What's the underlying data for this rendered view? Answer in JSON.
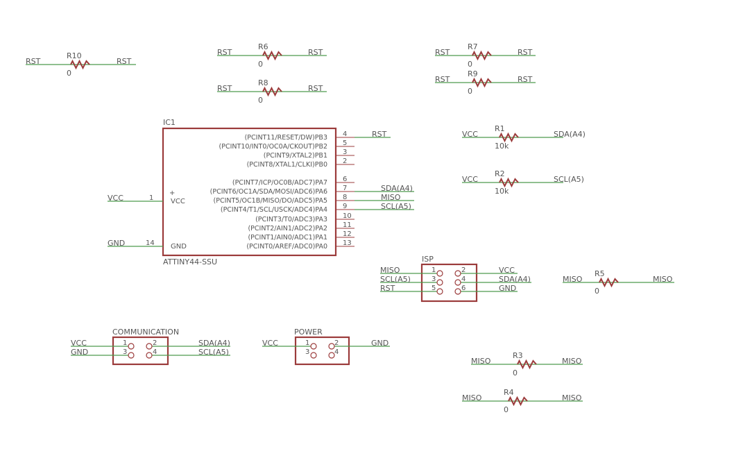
{
  "ic": {
    "name": "IC1",
    "part": "ATTINY44-SSU",
    "pins": [
      {
        "label": "(PCINT11/RESET/DW)PB3",
        "num": "4",
        "net": "RST"
      },
      {
        "label": "(PCINT10/INT0/OC0A/CKOUT)PB2",
        "num": "5",
        "net": ""
      },
      {
        "label": "(PCINT9/XTAL2)PB1",
        "num": "3",
        "net": ""
      },
      {
        "label": "(PCINT8/XTAL1/CLKI)PB0",
        "num": "2",
        "net": ""
      },
      {
        "label": "(PCINT7/ICP/OC0B/ADC7)PA7",
        "num": "6",
        "net": ""
      },
      {
        "label": "(PCINT6/OC1A/SDA/MOSI/ADC6)PA6",
        "num": "7",
        "net": "SDA(A4)"
      },
      {
        "label": "(PCINT5/OC1B/MISO/DO/ADC5)PA5",
        "num": "8",
        "net": "MISO"
      },
      {
        "label": "(PCINT4/T1/SCL/USCK/ADC4)PA4",
        "num": "9",
        "net": "SCL(A5)"
      },
      {
        "label": "(PCINT3/T0/ADC3)PA3",
        "num": "10",
        "net": ""
      },
      {
        "label": "(PCINT2/AIN1/ADC2)PA2",
        "num": "11",
        "net": ""
      },
      {
        "label": "(PCINT1/AIN0/ADC1)PA1",
        "num": "12",
        "net": ""
      },
      {
        "label": "(PCINT0/AREF/ADC0)PA0",
        "num": "13",
        "net": ""
      }
    ],
    "vcc": {
      "net": "VCC",
      "num": "1",
      "label": "VCC",
      "plus": "+"
    },
    "gnd": {
      "net": "GND",
      "num": "14",
      "label": "GND"
    }
  },
  "resistors": [
    {
      "name": "R10",
      "value": "0",
      "left": "RST",
      "right": "RST"
    },
    {
      "name": "R6",
      "value": "0",
      "left": "RST",
      "right": "RST"
    },
    {
      "name": "R8",
      "value": "0",
      "left": "RST",
      "right": "RST"
    },
    {
      "name": "R7",
      "value": "0",
      "left": "RST",
      "right": "RST"
    },
    {
      "name": "R9",
      "value": "0",
      "left": "RST",
      "right": "RST"
    },
    {
      "name": "R1",
      "value": "10k",
      "left": "VCC",
      "right": "SDA(A4)"
    },
    {
      "name": "R2",
      "value": "10k",
      "left": "VCC",
      "right": "SCL(A5)"
    },
    {
      "name": "R5",
      "value": "0",
      "left": "MISO",
      "right": "MISO"
    },
    {
      "name": "R3",
      "value": "0",
      "left": "MISO",
      "right": "MISO"
    },
    {
      "name": "R4",
      "value": "0",
      "left": "MISO",
      "right": "MISO"
    }
  ],
  "headers": [
    {
      "name": "ISP",
      "pins": [
        "1",
        "2",
        "3",
        "4",
        "5",
        "6"
      ],
      "left_nets": [
        "MISO",
        "SCL(A5)",
        "RST"
      ],
      "right_nets": [
        "VCC",
        "SDA(A4)",
        "GND"
      ]
    },
    {
      "name": "COMMUNICATION",
      "pins": [
        "1",
        "2",
        "3",
        "4"
      ],
      "left_nets": [
        "VCC",
        "GND"
      ],
      "right_nets": [
        "SDA(A4)",
        "SCL(A5)"
      ]
    },
    {
      "name": "POWER",
      "pins": [
        "1",
        "2",
        "3",
        "4"
      ],
      "left_nets": [
        "VCC"
      ],
      "right_nets": [
        "GND"
      ]
    }
  ],
  "colors": {
    "component": "#9b3b3b",
    "wire": "#4e9a4e",
    "text": "#555555"
  }
}
